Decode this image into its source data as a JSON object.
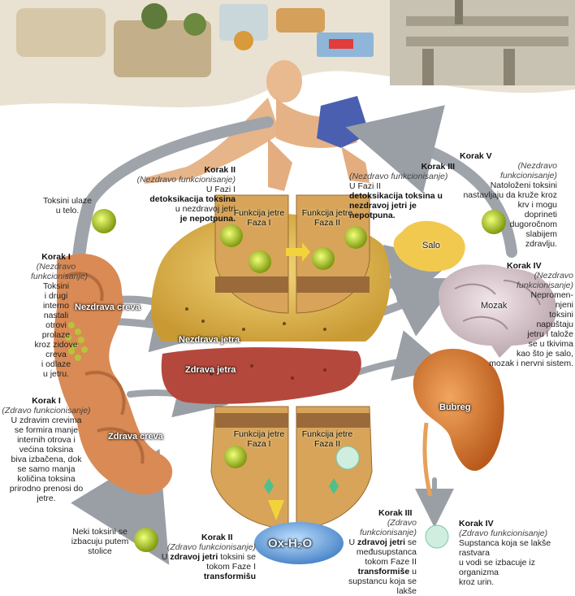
{
  "colors": {
    "arrow_gray": "#9a9fa6",
    "liver_fat": "#e8c25a",
    "liver_red": "#b5483c",
    "intestine": "#d98a55",
    "brain": "#d8c9cf",
    "kidney": "#d77a36",
    "toxin_green": "#b9d12a",
    "water": "#7fb4e6"
  },
  "toxins_enter": "Toksini ulaze u telo.",
  "step1_unhealthy": {
    "title": "Korak I",
    "sub": "(Nezdravo funkcionisanje)",
    "text": [
      "Toksini",
      "i drugi",
      "interno",
      "nastali",
      "otrovi",
      "prolaze",
      "kroz zidove",
      "creva",
      "i odlaze",
      "u jetru."
    ]
  },
  "step1_healthy": {
    "title": "Korak I",
    "sub": "(Zdravo funkcionisanje)",
    "text": [
      "U zdravim crevima",
      "se formira manje",
      "internih otrova i",
      "većina toksina",
      "biva izbačena, dok",
      "se samo manja",
      "količina toksina",
      "prirodno prenosi do jetre."
    ]
  },
  "excreted": "Neki toksini se izbacuju putem stolice",
  "step2_unhealthy": {
    "title": "Korak II",
    "sub": "(Nezdravo funkcionisanje)",
    "line1": "U Fazi I",
    "bold1": "detoksikacija toksina",
    "line2": "u nezdravoj jetri",
    "bold2": "je nepotpuna."
  },
  "step3_unhealthy": {
    "title": "Korak III",
    "sub": "(Nezdravo funkcionisanje)",
    "line1": "U Fazi II",
    "bold1": "detoksikacija toksina u nezdravoj jetri je nepotpuna."
  },
  "step5": {
    "title": "Korak V",
    "sub": "(Nezdravo funkcionisanje)",
    "text": [
      "Natoloženi toksini",
      "nastavljaju da kruže kroz",
      "krv i mogu",
      "doprineti",
      "dugoročnom",
      "slabijem",
      "zdravlju."
    ]
  },
  "step4_unhealthy": {
    "title": "Korak IV",
    "sub": "(Nezdravo funkcionisanje)",
    "text": [
      "Nepromen-",
      "njeni",
      "toksini",
      "napuštaju",
      "jetru i talože",
      "se u tkivima",
      "kao što je salo,",
      "mozak i nervni sistem."
    ]
  },
  "step2_healthy": {
    "title": "Korak II",
    "sub": "(Zdravo funkcionisanje)",
    "line1": "U ",
    "bold1": "zdravoj jetri",
    "line2": " toksini se tokom Faze I ",
    "bold2": "transformišu"
  },
  "step3_healthy": {
    "title": "Korak III",
    "sub": "(Zdravo funkcionisanje)",
    "line1": "U ",
    "bold1": "zdravoj jetri",
    "line2": " se međusupstanca tokom Faze II ",
    "bold2": "transformiše",
    "line3": " u supstancu koja se lakše"
  },
  "step4_healthy": {
    "title": "Korak IV",
    "sub": "(Zdravo funkcionisanje)",
    "text": [
      "Supstanca koja se lakše rastvara",
      "u vodi se izbacuje iz organizma",
      "kroz urin."
    ]
  },
  "organs": {
    "unhealthy_gut": "Nezdrava creva",
    "unhealthy_liver": "Nezdrava jetra",
    "healthy_liver": "Zdrava jetra",
    "healthy_gut": "Zdrava creva",
    "fat": "Salo",
    "brain": "Mozak",
    "kidney": "Bubreg",
    "water": "Ox-H₂O"
  },
  "panels": {
    "top_left": "Funkcija jetre Faza I",
    "top_right": "Funkcija jetre Faza II",
    "bottom_left": "Funkcija jetre Faza I",
    "bottom_right": "Funkcija jetre Faza II"
  }
}
